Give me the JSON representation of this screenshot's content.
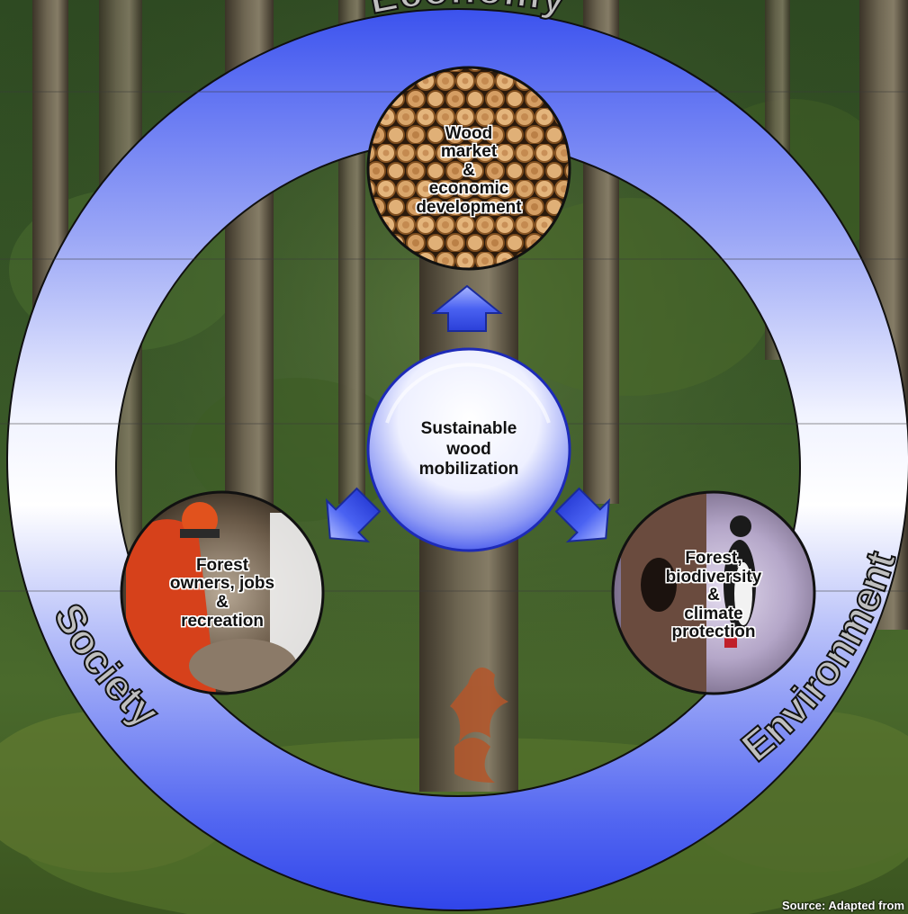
{
  "diagram": {
    "ring_labels": {
      "top": "Economy",
      "left": "Society",
      "right": "Environment"
    },
    "center": {
      "lines": [
        "Sustainable",
        "wood",
        "mobilization"
      ]
    },
    "nodes": {
      "economy": {
        "lines": [
          "Wood",
          "market",
          "&",
          "economic",
          "development"
        ]
      },
      "society": {
        "lines": [
          "Forest",
          "owners, jobs",
          "&",
          "recreation"
        ]
      },
      "environment": {
        "lines": [
          "Forest,",
          "biodiversity",
          "&",
          "climate",
          "protection"
        ]
      }
    },
    "source_note": "Source: Adapted from"
  },
  "colors": {
    "ring_blue": "#4a5ef0",
    "ring_light": "#f2f4ff",
    "forest_dark": "#1f3a16"
  },
  "icons": {
    "arrows": [
      "arrow-up-icon",
      "arrow-down-left-icon",
      "arrow-down-right-icon"
    ]
  }
}
